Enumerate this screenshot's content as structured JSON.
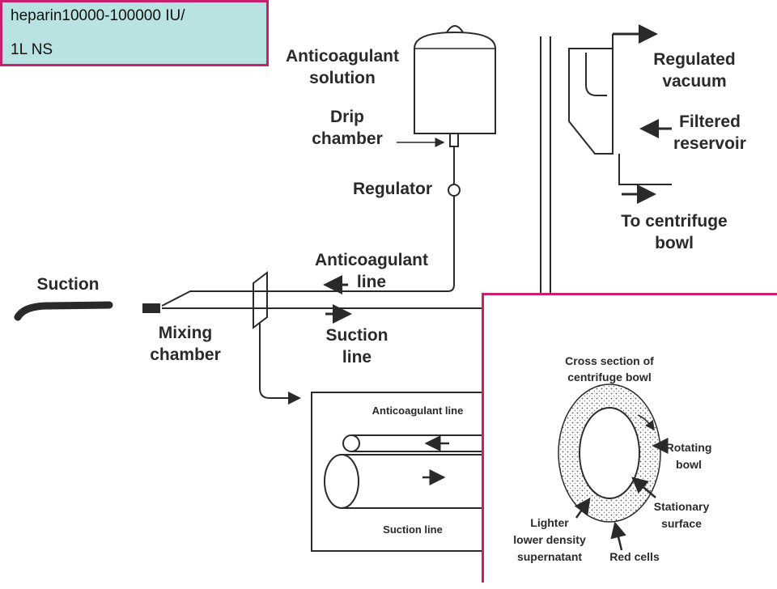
{
  "note": {
    "line1": "heparin10000-100000  IU/",
    "line2": "1L NS"
  },
  "labels": {
    "anticoag_solution_1": "Anticoagulant",
    "anticoag_solution_2": "solution",
    "drip_1": "Drip",
    "drip_2": "chamber",
    "regulator": "Regulator",
    "regulated_1": "Regulated",
    "regulated_2": "vacuum",
    "filtered_1": "Filtered",
    "filtered_2": "reservoir",
    "centrifuge_1": "To centrifuge",
    "centrifuge_2": "bowl",
    "anticoag_line_1": "Anticoagulant",
    "anticoag_line_2": "line",
    "suction": "Suction",
    "mixing_1": "Mixing",
    "mixing_2": "chamber",
    "suction_line_1": "Suction",
    "suction_line_2": "line",
    "detail_anticoag": "Anticoagulant line",
    "detail_suction": "Suction line"
  },
  "inset": {
    "title_1": "Cross section of",
    "title_2": "centrifuge bowl",
    "rotating_1": "Rotating",
    "rotating_2": "bowl",
    "stationary_1": "Stationary",
    "stationary_2": "surface",
    "lighter_1": "Lighter",
    "lighter_2": "lower density",
    "lighter_3": "supernatant",
    "red_cells": "Red cells"
  },
  "colors": {
    "note_bg": "#b9e2e3",
    "highlight_border": "#c8206e",
    "line": "#2a2a2a"
  }
}
